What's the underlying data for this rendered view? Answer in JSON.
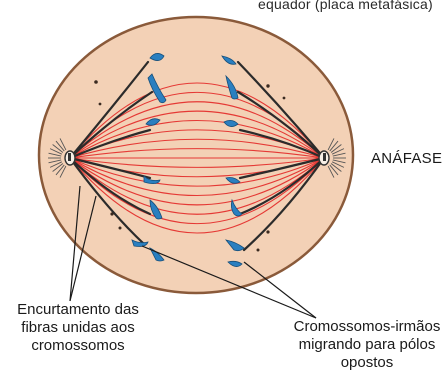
{
  "labels": {
    "top": "equador (placa metafásica)",
    "phase": "ANÁFASE",
    "left_callout": [
      "Encurtamento das",
      "fibras unidas aos",
      "cromossomos"
    ],
    "right_callout": [
      "Cromossomos-irmãos",
      "migrando para pólos",
      "opostos"
    ]
  },
  "colors": {
    "cell_fill": "#f3d1b6",
    "cell_stroke": "#8a5a3a",
    "spindle": "#e53935",
    "shortened_fiber": "#2b2b2b",
    "chromosome": "#2a7fc0",
    "text": "#1a1a1a"
  },
  "icons": [
    "left-centriole-icon",
    "right-centriole-icon"
  ]
}
